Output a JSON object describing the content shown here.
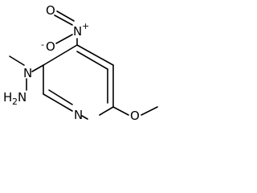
{
  "molecule": {
    "atoms": {
      "nitro_oxygen_top": "O",
      "nitro_oxygen_anion": "O",
      "nitro_oxygen_anion_charge": "-",
      "nitro_nitrogen": "N",
      "nitro_nitrogen_charge": "+",
      "hydrazine_nitrogen": "N",
      "amino_group_main": "H",
      "amino_group_sub": "2",
      "amino_group_n": "N",
      "ring_nitrogen": "N",
      "methoxy_oxygen": "O"
    }
  }
}
